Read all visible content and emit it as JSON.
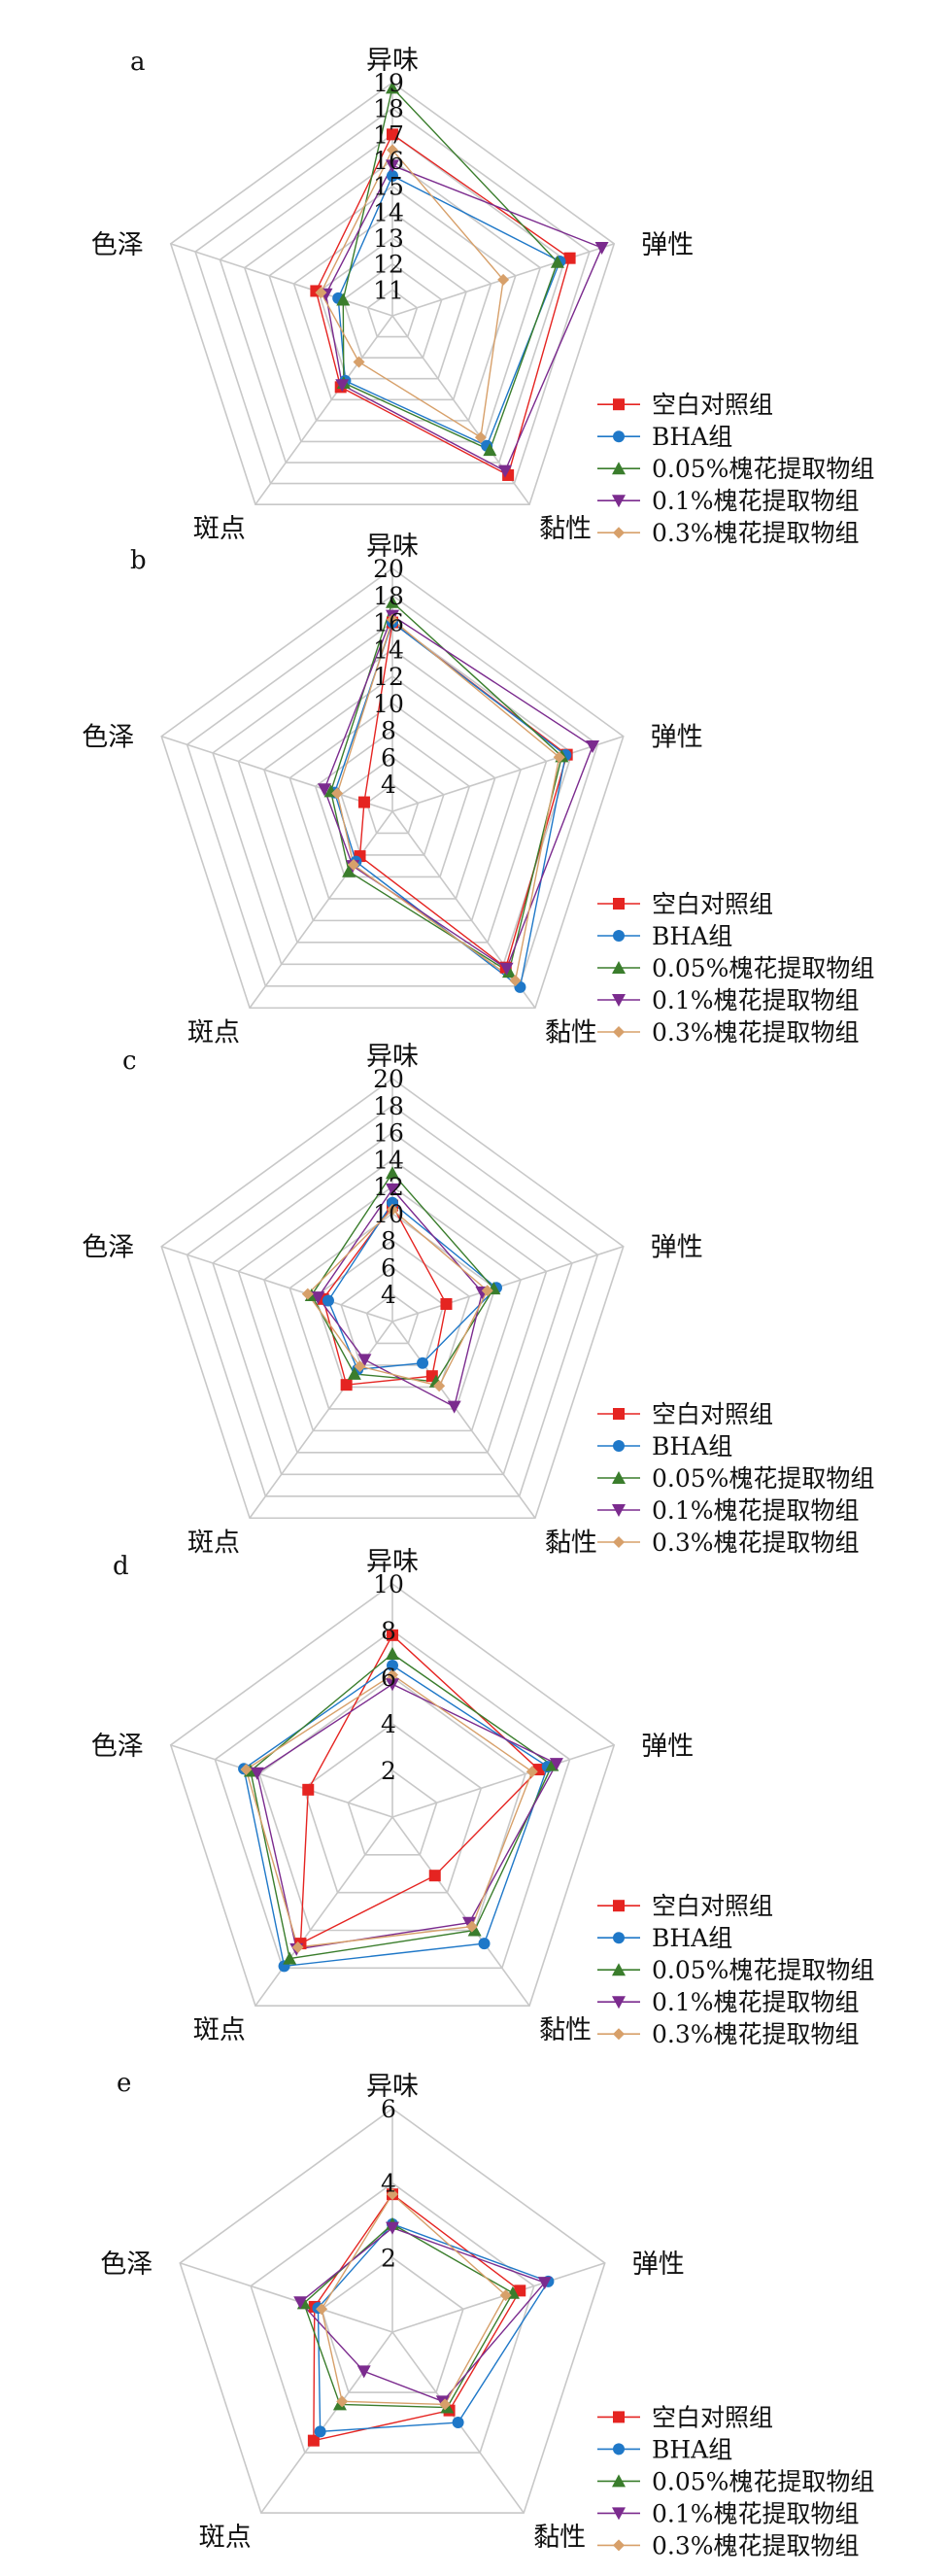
{
  "axes": [
    "异味",
    "弹性",
    "黏性",
    "斑点",
    "色泽"
  ],
  "legend": [
    "空白对照组",
    "BHA组",
    "0.05%槐花提取物组",
    "0.1%槐花提取物组",
    "0.3%槐花提取物组"
  ],
  "colors": [
    "#e52421",
    "#1f78c8",
    "#3a7d2c",
    "#7b2b8e",
    "#d7a06a"
  ],
  "markers": [
    "square",
    "circle",
    "triangle-up",
    "triangle-down",
    "diamond"
  ],
  "chart_data": [
    {
      "type": "radar",
      "panel": "a",
      "categories": [
        "异味",
        "弹性",
        "黏性",
        "斑点",
        "色泽"
      ],
      "rmin": 10,
      "rmax": 19,
      "ticks": [
        11,
        12,
        13,
        14,
        15,
        16,
        17,
        18,
        19
      ],
      "legend_position": "right",
      "series": [
        {
          "name": "空白对照组",
          "values": [
            17.0,
            17.2,
            17.6,
            13.4,
            13.1
          ]
        },
        {
          "name": "BHA组",
          "values": [
            15.4,
            16.8,
            16.2,
            13.1,
            12.2
          ]
        },
        {
          "name": "0.05%槐花提取物组",
          "values": [
            18.8,
            16.7,
            16.4,
            13.2,
            12.0
          ]
        },
        {
          "name": "0.1%槐花提取物组",
          "values": [
            15.8,
            18.5,
            17.4,
            13.3,
            12.7
          ]
        },
        {
          "name": "0.3%槐花提取物组",
          "values": [
            16.4,
            14.5,
            15.8,
            12.2,
            12.9
          ]
        }
      ]
    },
    {
      "type": "radar",
      "panel": "b",
      "categories": [
        "异味",
        "弹性",
        "黏性",
        "斑点",
        "色泽"
      ],
      "rmin": 2,
      "rmax": 20,
      "ticks": [
        4,
        6,
        8,
        10,
        12,
        14,
        16,
        18,
        20
      ],
      "legend_position": "right",
      "series": [
        {
          "name": "空白对照组",
          "values": [
            16.0,
            15.6,
            16.3,
            6.1,
            4.2
          ]
        },
        {
          "name": "BHA组",
          "values": [
            16.0,
            15.5,
            18.1,
            6.6,
            6.5
          ]
        },
        {
          "name": "0.05%槐花提取物组",
          "values": [
            17.5,
            15.2,
            16.7,
            7.5,
            6.8
          ]
        },
        {
          "name": "0.1%槐花提取物组",
          "values": [
            16.5,
            17.6,
            16.4,
            7.0,
            7.3
          ]
        },
        {
          "name": "0.3%槐花提取物组",
          "values": [
            16.2,
            15.0,
            17.5,
            6.9,
            6.3
          ]
        }
      ]
    },
    {
      "type": "radar",
      "panel": "c",
      "categories": [
        "异味",
        "弹性",
        "黏性",
        "斑点",
        "色泽"
      ],
      "rmin": 2,
      "rmax": 20,
      "ticks": [
        4,
        6,
        8,
        10,
        12,
        14,
        16,
        18,
        20
      ],
      "legend_position": "right",
      "series": [
        {
          "name": "空白对照组",
          "values": [
            10.6,
            6.2,
            7.0,
            7.8,
            7.4
          ]
        },
        {
          "name": "BHA组",
          "values": [
            10.8,
            10.1,
            5.8,
            6.4,
            7.0
          ]
        },
        {
          "name": "0.05%槐花提取物组",
          "values": [
            13.0,
            9.9,
            7.5,
            6.8,
            8.3
          ]
        },
        {
          "name": "0.1%槐花提取物组",
          "values": [
            11.8,
            9.0,
            9.8,
            5.5,
            7.8
          ]
        },
        {
          "name": "0.3%槐花提取物组",
          "values": [
            10.3,
            9.4,
            7.9,
            6.1,
            8.6
          ]
        }
      ]
    },
    {
      "type": "radar",
      "panel": "d",
      "categories": [
        "异味",
        "弹性",
        "黏性",
        "斑点",
        "色泽"
      ],
      "rmin": 0,
      "rmax": 10,
      "ticks": [
        2,
        4,
        6,
        8,
        10
      ],
      "legend_position": "right",
      "series": [
        {
          "name": "空白对照组",
          "values": [
            7.8,
            6.6,
            3.1,
            6.7,
            3.8
          ]
        },
        {
          "name": "BHA组",
          "values": [
            6.5,
            7.0,
            6.7,
            7.9,
            6.7
          ]
        },
        {
          "name": "0.05%槐花提取物组",
          "values": [
            7.0,
            7.2,
            6.0,
            7.5,
            6.4
          ]
        },
        {
          "name": "0.1%槐花提取物组",
          "values": [
            5.7,
            7.4,
            5.6,
            7.0,
            6.1
          ]
        },
        {
          "name": "0.3%槐花提取物组",
          "values": [
            6.1,
            6.3,
            5.8,
            6.9,
            6.6
          ]
        }
      ]
    },
    {
      "type": "radar",
      "panel": "e",
      "categories": [
        "异味",
        "弹性",
        "黏性",
        "斑点",
        "色泽"
      ],
      "rmin": 0,
      "rmax": 6,
      "ticks": [
        2,
        4,
        6
      ],
      "legend_position": "right",
      "series": [
        {
          "name": "空白对照组",
          "values": [
            3.7,
            3.6,
            2.6,
            3.6,
            2.2
          ]
        },
        {
          "name": "BHA组",
          "values": [
            2.9,
            4.4,
            3.0,
            3.3,
            2.1
          ]
        },
        {
          "name": "0.05%槐花提取物组",
          "values": [
            2.9,
            3.4,
            2.5,
            2.4,
            2.5
          ]
        },
        {
          "name": "0.1%槐花提取物组",
          "values": [
            2.8,
            4.3,
            2.3,
            1.3,
            2.6
          ]
        },
        {
          "name": "0.3%槐花提取物组",
          "values": [
            3.7,
            3.2,
            2.4,
            2.3,
            2.0
          ]
        }
      ]
    }
  ]
}
